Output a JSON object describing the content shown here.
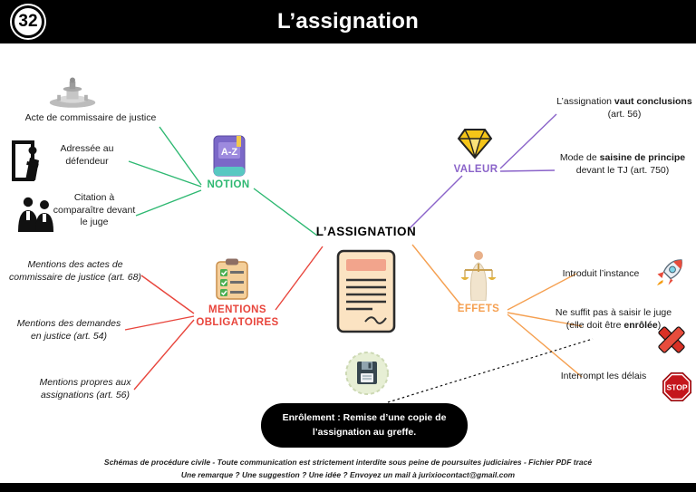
{
  "header": {
    "badge": "32",
    "title": "L’assignation"
  },
  "center": {
    "label": "L’ASSIGNATION"
  },
  "branches": {
    "notion": {
      "label": "NOTION",
      "color": "#2db871",
      "items": [
        {
          "text": "Acte de commissaire de justice"
        },
        {
          "text": "Adressée au défendeur"
        },
        {
          "text": "Citation à comparaître devant le juge"
        }
      ]
    },
    "mentions": {
      "label": "MENTIONS OBLIGATOIRES",
      "color": "#e8453c",
      "items": [
        {
          "text": "Mentions des actes de commissaire de justice (art. 68)"
        },
        {
          "text": "Mentions des demandes en justice (art. 54)"
        },
        {
          "text": "Mentions propres aux assignations (art. 56)"
        }
      ]
    },
    "valeur": {
      "label": "VALEUR",
      "color": "#8a63c9",
      "items": [
        {
          "pre": "L’assignation ",
          "bold": "vaut conclusions",
          "post": " (art. 56)"
        },
        {
          "pre": "Mode de ",
          "bold": "saisine de principe",
          "post": " devant le TJ (art. 750)"
        }
      ]
    },
    "effets": {
      "label": "EFFETS",
      "color": "#f5a051",
      "items": [
        {
          "pre": "Introduit l’instance",
          "bold": "",
          "post": ""
        },
        {
          "pre": "Ne suffit pas à saisir le juge (elle doit être ",
          "bold": "enrôlée",
          "post": ")"
        },
        {
          "pre": "Interrompt les délais",
          "bold": "",
          "post": ""
        }
      ]
    }
  },
  "note": {
    "text": "Enrôlement : Remise d’une copie de l’assignation au greffe."
  },
  "footer": {
    "line1": "Schémas de procédure civile - Toute communication est strictement interdite sous peine de poursuites judiciaires - Fichier PDF tracé",
    "line2": "Une remarque ? Une suggestion ? Une idée ? Envoyez un mail à jurixiocontact@gmail.com"
  },
  "icons": {
    "stop_label": "STOP",
    "book_label": "A-Z"
  }
}
